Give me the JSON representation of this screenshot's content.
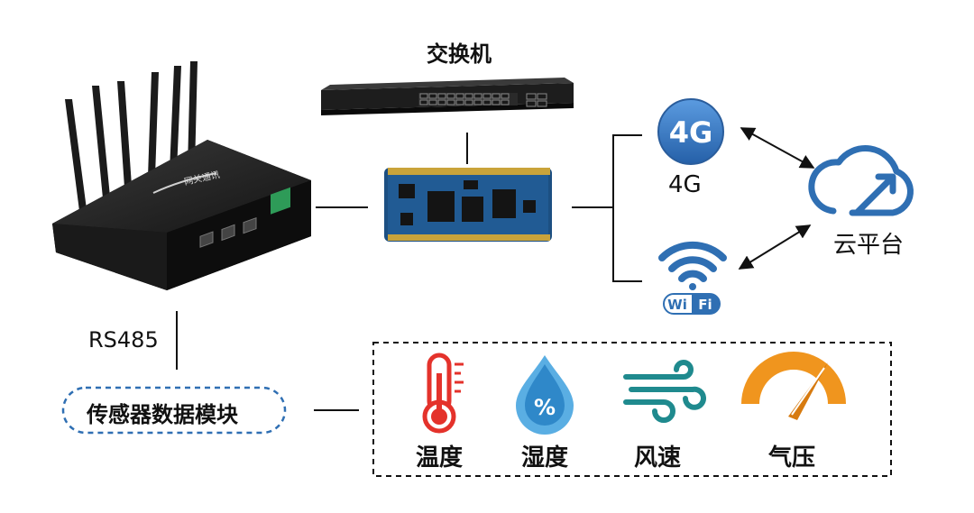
{
  "labels": {
    "switch": "交换机",
    "lte": "4G",
    "cloud": "云平台",
    "rs485": "RS485",
    "sensor_module": "传感器数据模块",
    "router_brand": "网关通讯"
  },
  "wifi_logo": {
    "left": "Wi",
    "right": "Fi"
  },
  "lte_badge": "4G",
  "sensors": [
    {
      "label": "温度",
      "icon": "thermometer-icon"
    },
    {
      "label": "湿度",
      "icon": "humidity-drop-icon"
    },
    {
      "label": "风速",
      "icon": "wind-icon"
    },
    {
      "label": "气压",
      "icon": "pressure-gauge-icon"
    }
  ],
  "colors": {
    "accent_blue": "#2f6fb3",
    "thermo_red": "#e4322b",
    "wind_teal": "#1f8a8e",
    "gauge_orange": "#f0951e"
  }
}
